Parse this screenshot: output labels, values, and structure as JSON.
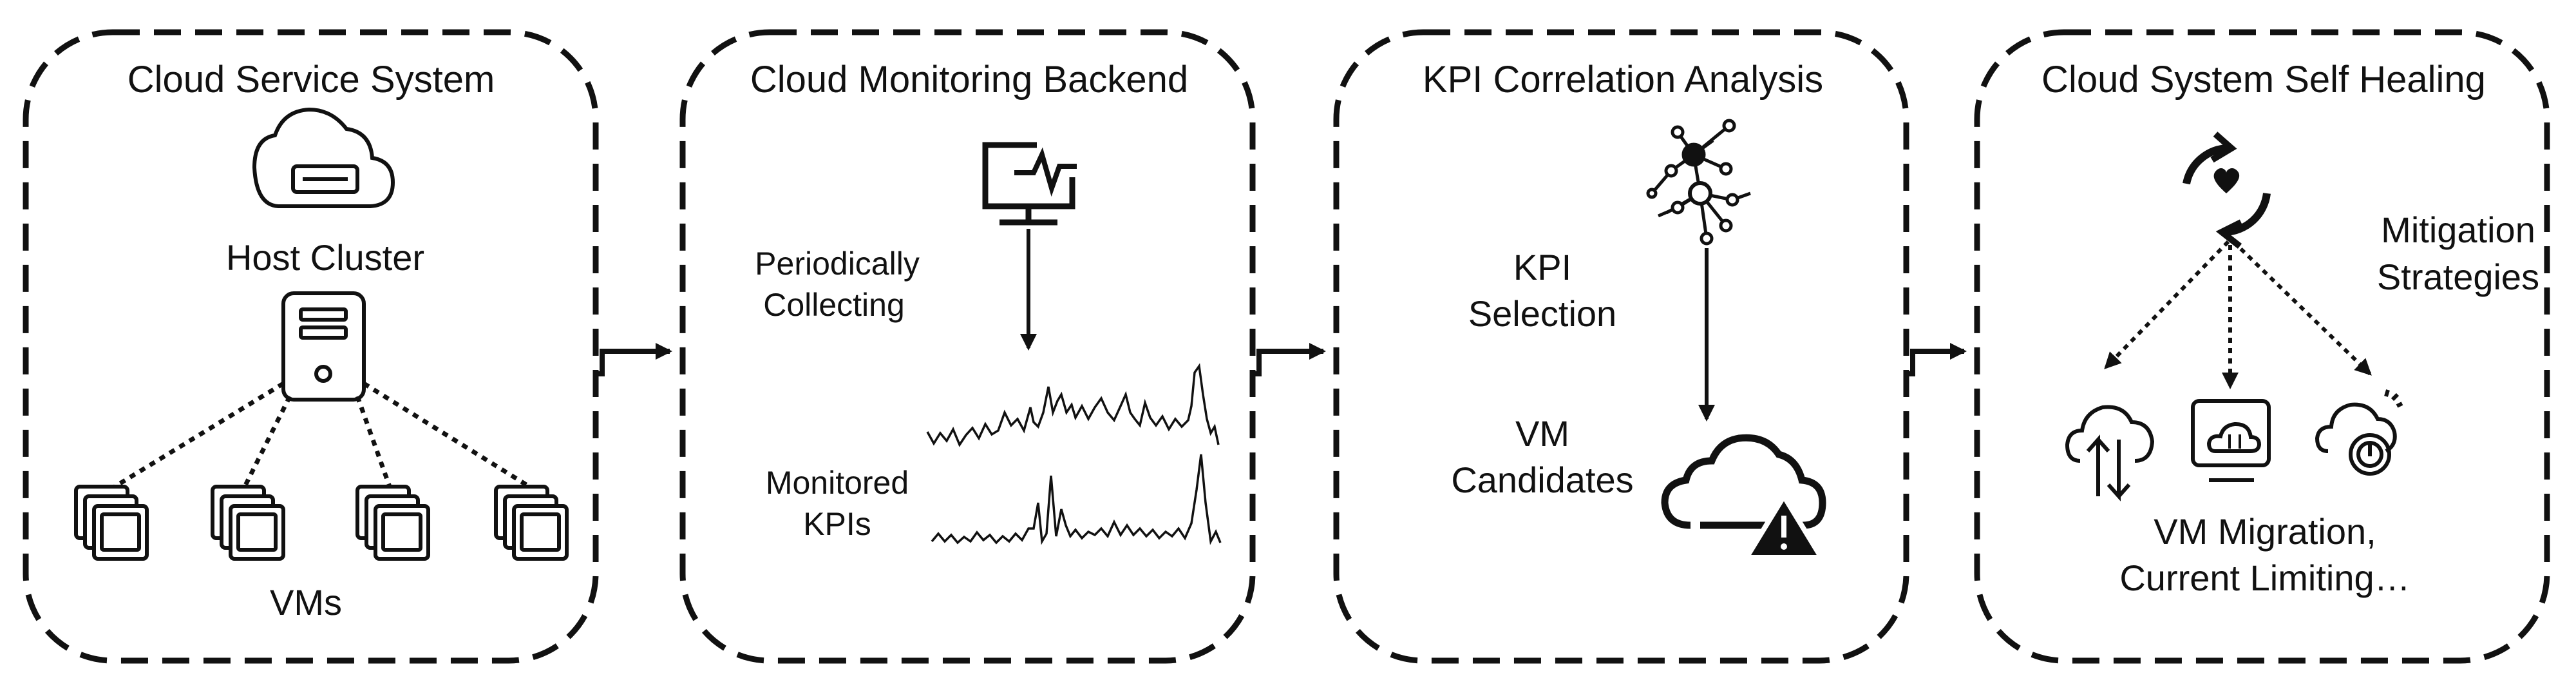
{
  "panels": [
    {
      "title": "Cloud Service System",
      "host_label": "Host Cluster",
      "vm_label": "VMs",
      "icons": [
        "cloud-server-icon",
        "server-tower-icon",
        "vm-stack-icon"
      ]
    },
    {
      "title": "Cloud Monitoring Backend",
      "collect_label": [
        "Periodically",
        "Collecting"
      ],
      "kpi_label": [
        "Monitored",
        "KPIs"
      ],
      "icons": [
        "monitor-pulse-icon",
        "kpi-timeseries-line"
      ]
    },
    {
      "title": "KPI Correlation Analysis",
      "selection_label": [
        "KPI",
        "Selection"
      ],
      "candidates_label": [
        "VM",
        "Candidates"
      ],
      "icons": [
        "network-graph-icon",
        "cloud-warning-icon"
      ]
    },
    {
      "title": "Cloud System Self Healing",
      "strategy_label": [
        "Mitigation",
        "Strategies"
      ],
      "actions_label": [
        "VM Migration,",
        "Current Limiting…"
      ],
      "icons": [
        "heal-cycle-icon",
        "cloud-migrate-icon",
        "monitor-cloud-icon",
        "cloud-power-icon"
      ]
    }
  ],
  "flow_arrows": [
    "arrow-1-to-2",
    "arrow-2-to-3",
    "arrow-3-to-4"
  ]
}
